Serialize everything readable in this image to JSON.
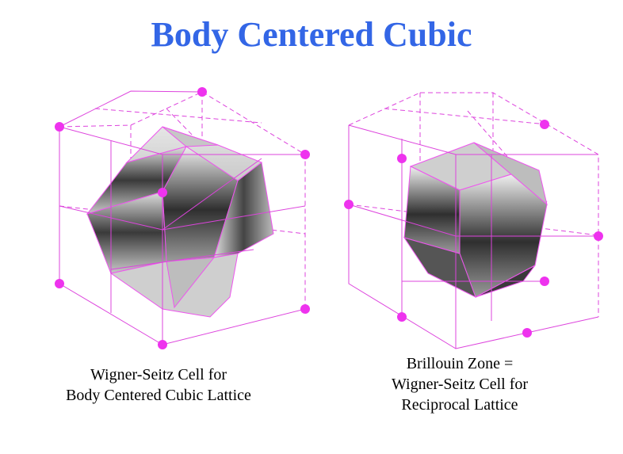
{
  "title": "Body Centered Cubic",
  "captions": {
    "left": [
      "Wigner-Seitz Cell for",
      "Body Centered Cubic Lattice"
    ],
    "right": [
      "Brillouin Zone =",
      "Wigner-Seitz Cell for",
      "Reciprocal Lattice"
    ]
  },
  "colors": {
    "title": "#3366e6",
    "lattice_lines": "#dd44dd",
    "lattice_points": "#ee33ee",
    "solid_light": "#d4d4d4",
    "solid_dark": "#3a3a3a"
  }
}
